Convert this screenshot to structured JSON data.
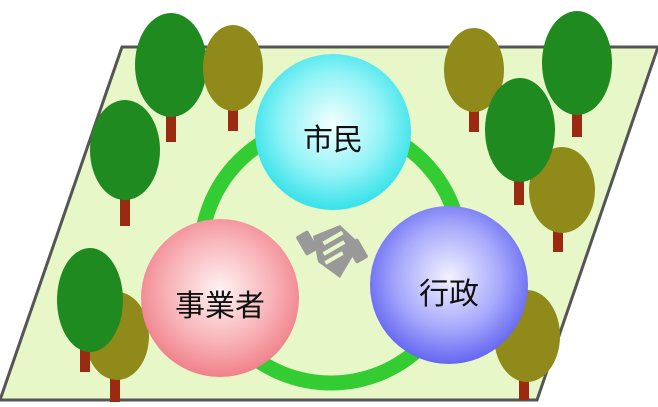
{
  "diagram": {
    "nodes": [
      {
        "id": "citizens",
        "label": "市民"
      },
      {
        "id": "business",
        "label": "事業者"
      },
      {
        "id": "government",
        "label": "行政"
      }
    ],
    "center_icon": "handshake-icon",
    "colors": {
      "park_ground": "#e8f7c8",
      "park_border": "#555555",
      "ring": "#33cc33",
      "tree_green": "#1f8a1f",
      "tree_olive": "#8f8a1a",
      "trunk": "#9a2a10",
      "citizens_circle": "#22dde6",
      "business_circle": "#f07a85",
      "government_circle": "#5a5cf0",
      "handshake": "#999999"
    }
  }
}
